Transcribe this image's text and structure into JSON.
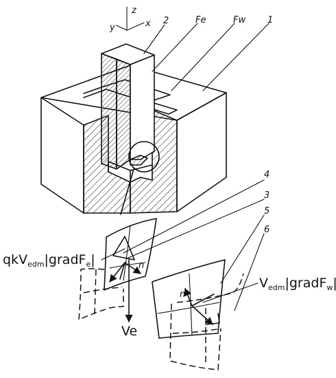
{
  "axes": {
    "z": "z",
    "y": "y",
    "x": "x"
  },
  "parts": {
    "electrode": "2",
    "fe": "Fe",
    "fw": "Fw",
    "workpiece": "1"
  },
  "detail": {
    "callout4": "4",
    "callout3": "3",
    "callout5": "5",
    "callout6": "6",
    "normal_e": "n",
    "normal_w": "n",
    "velocity": "Ve",
    "left_formula": {
      "main": "qkV",
      "sub1": "edm",
      "mid": "|gradF",
      "sub2": "e",
      "tail": "|"
    },
    "right_formula": {
      "main": "V",
      "sub1": "edm",
      "mid": "|gradF",
      "sub2": "w",
      "tail": "|"
    }
  }
}
